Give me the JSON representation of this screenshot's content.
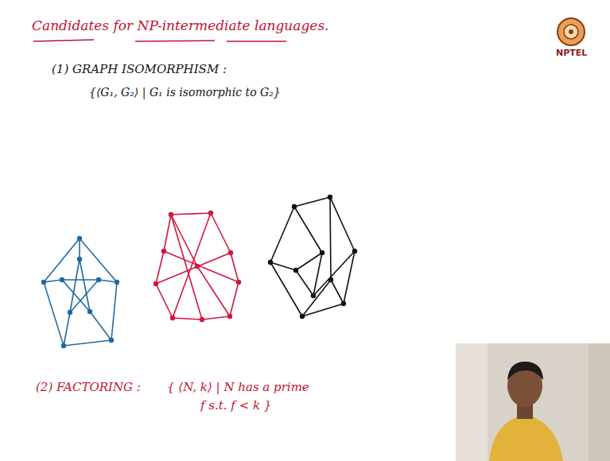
{
  "diagram": {
    "title": "Candidates for NP-intermediate languages.",
    "labels": [
      "(1) GRAPH ISOMORPHISM :",
      "{⟨G₁, G₂⟩ | G₁ is isomorphic to G₂}",
      "(2) FACTORING :",
      "{ ⟨N, k⟩ | N has a prime",
      "f s.t. f < k }",
      "NPTEL"
    ]
  }
}
